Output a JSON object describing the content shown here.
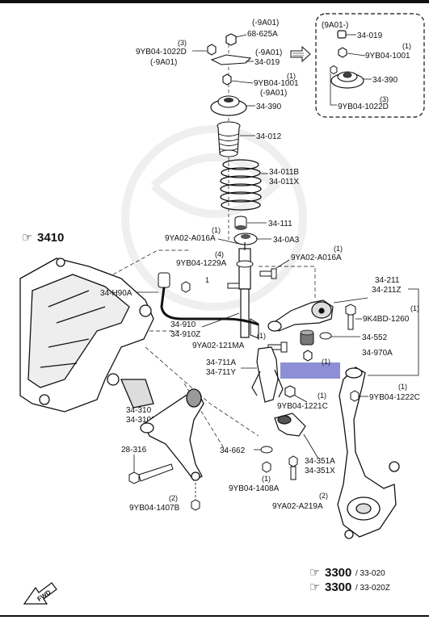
{
  "inset": {
    "title": "(9A01-)"
  },
  "labels": {
    "a9a01_top": "(-9A01)",
    "p68625a": "68-625A",
    "q3": "(3)",
    "p9yb041022d": "9YB04-1022D",
    "a9a01_left": "(-9A01)",
    "a9a01_b": "(-9A01)",
    "p34019": "34-019",
    "q1_a": "(1)",
    "p9yb041001": "9YB04-1001",
    "a9a01_c": "(-9A01)",
    "p34390": "34-390",
    "p34012": "34-012",
    "p34011b": "34-011B",
    "p34011x": "34-011X",
    "p34111": "34-111",
    "q1_b": "(1)",
    "p9ya02a016a": "9YA02-A016A",
    "p340a3": "34-0A3",
    "q1_c": "(1)",
    "p9ya02a016a_r": "9YA02-A016A",
    "q4": "(4)",
    "p9yb041229a": "9YB04-1229A",
    "q1_d": "1",
    "p34h90a": "34-H90A",
    "p34910": "34-910",
    "p34910z": "34-910Z",
    "q1_e": "(1)",
    "p9ya02121ma": "9YA02-121MA",
    "p34211": "34-211",
    "p34211z": "34-211Z",
    "q1_f": "(1)",
    "p9k4bd1260": "9K4BD-1260",
    "p34552": "34-552",
    "p34970a": "34-970A",
    "p34711a": "34-711A",
    "p34711y": "34-711Y",
    "q1_g": "(1)",
    "q1_h": "(1)",
    "p9yb041221c": "9YB04-1221C",
    "q1_i": "(1)",
    "p9yb041222c": "9YB04-1222C",
    "p34310": "34-310",
    "p34310z": "34-310Z",
    "p28316": "28-316",
    "p34662": "34-662",
    "p34351a": "34-351A",
    "p34351x": "34-351X",
    "q1_j": "(1)",
    "p9yb041408a": "9YB04-1408A",
    "q2_a": "(2)",
    "p9yb041407b": "9YB04-1407B",
    "q2_b": "(2)",
    "p9ya02a219a": "9YA02-A219A",
    "inset_q1": "(1)",
    "inset_p34019": "34-019",
    "inset_p9yb041001": "9YB04-1001",
    "inset_p34390": "34-390",
    "inset_q3": "(3)",
    "inset_p9yb041022d": "9YB04-1022D"
  },
  "refs": {
    "r3410": "3410",
    "r3300a": "3300",
    "r3300a_sub": "/ 33-020",
    "r3300b": "3300",
    "r3300b_sub": "/ 33-020Z"
  },
  "fwd_label": "FWD",
  "colors": {
    "highlight": "#8d8fd6",
    "line": "#111111"
  }
}
